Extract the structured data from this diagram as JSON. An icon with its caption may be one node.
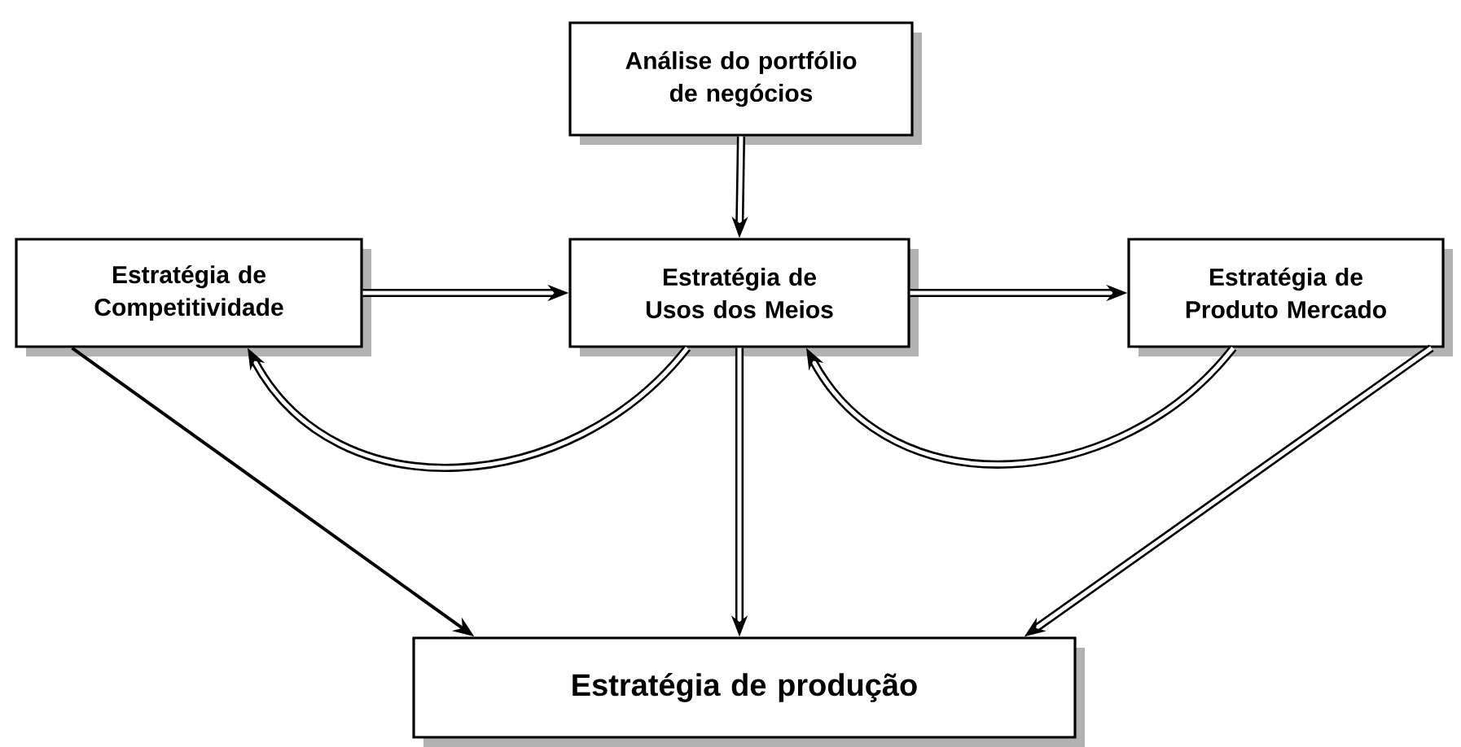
{
  "diagram": {
    "nodes": [
      {
        "text": [
          "Análise do portfólio de negócios"
        ]
      },
      {
        "text": [
          "Estratégia de Competitividade"
        ]
      },
      {
        "text": [
          "Estratégia de Usos dos Meios"
        ]
      },
      {
        "text": [
          "Estratégia de Produto Mercado"
        ]
      },
      {
        "text": [
          "Estratégia de produção"
        ]
      }
    ],
    "edges": [
      {
        "from": 0,
        "to": 2,
        "arrow": "to"
      },
      {
        "from": 1,
        "to": 2,
        "arrow": "to"
      },
      {
        "from": 2,
        "to": 3,
        "arrow": "to"
      },
      {
        "from": 2,
        "to": 1,
        "arrow": "to"
      },
      {
        "from": 3,
        "to": 2,
        "arrow": "to"
      },
      {
        "from": 1,
        "to": 4,
        "arrow": "to"
      },
      {
        "from": 2,
        "to": 4,
        "arrow": "to"
      },
      {
        "from": 3,
        "to": 4,
        "arrow": "to"
      }
    ]
  }
}
